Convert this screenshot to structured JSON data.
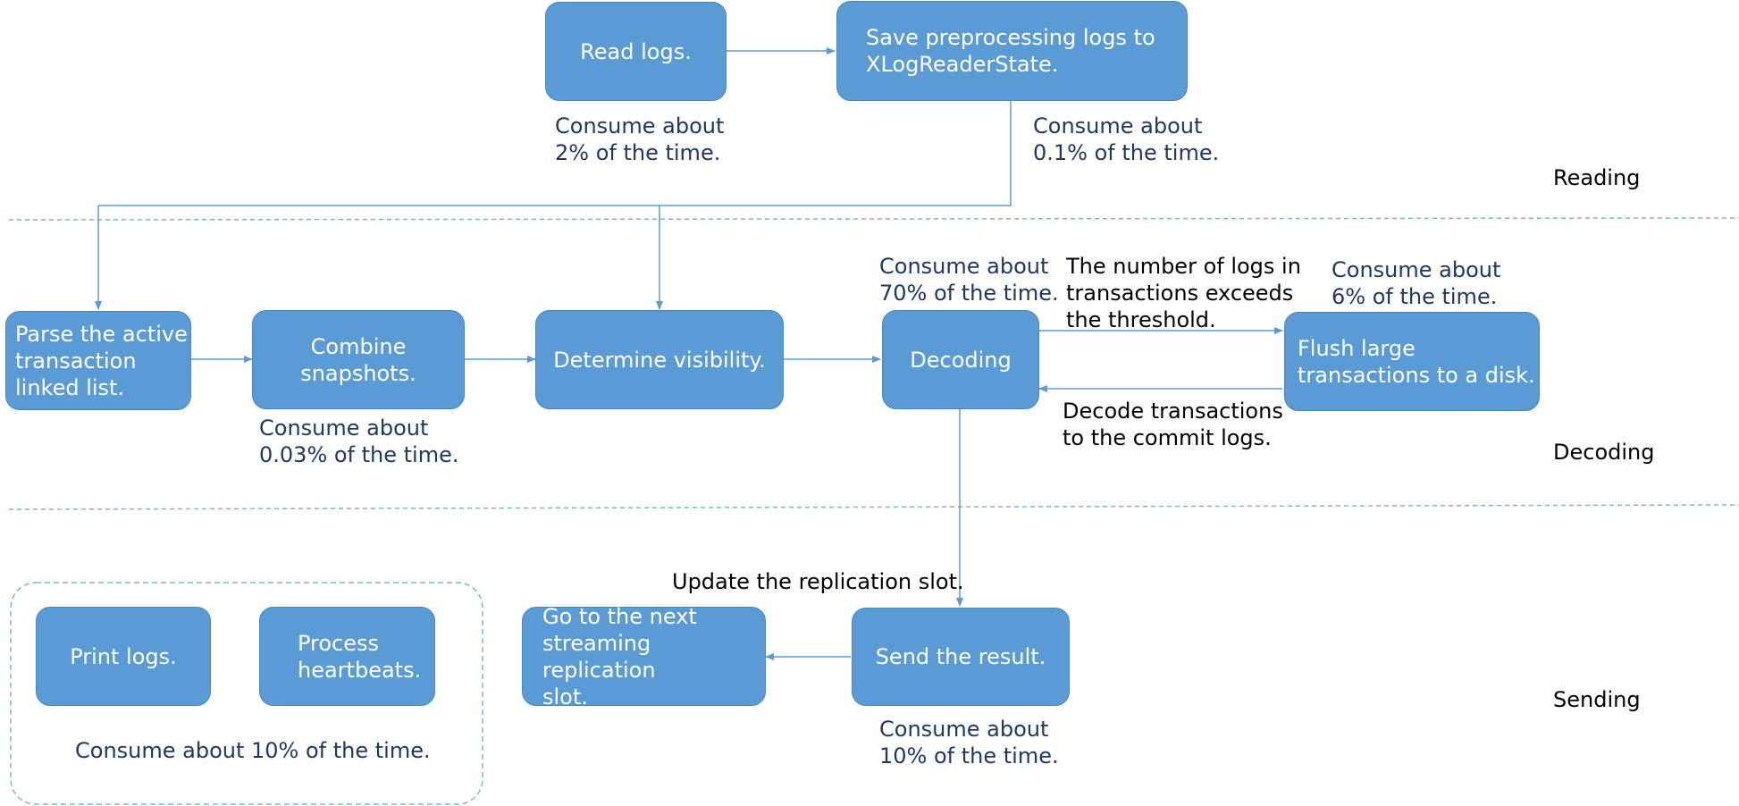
{
  "boxes": {
    "read_logs": "Read logs.",
    "save_logs": "Save preprocessing logs to\nXLogReaderState.",
    "parse_list": "Parse the active\ntransaction\nlinked list.",
    "combine": "Combine snapshots.",
    "visibility": "Determine visibility.",
    "decoding": "Decoding",
    "flush": "Flush large\ntransactions to a disk.",
    "print_logs": "Print logs.",
    "heartbeats": "Process\nheartbeats.",
    "next_slot": "Go to the next\nstreaming replication\nslot.",
    "send_result": "Send the result."
  },
  "notes": {
    "read_time": "Consume about\n2% of the time.",
    "save_time": "Consume about\n0.1% of the time.",
    "combine_time": "Consume about\n0.03% of the time.",
    "decoding_time": "Consume about\n70% of the time.",
    "threshold": "The number of logs in\ntransactions exceeds\nthe threshold.",
    "flush_time": "Consume about\n6% of the time.",
    "decode_commit": "Decode transactions\nto the commit logs.",
    "update_slot": "Update the replication slot.",
    "send_time": "Consume about\n10% of the time.",
    "group_time": "Consume about 10% of the time."
  },
  "stages": {
    "reading": "Reading",
    "decoding": "Decoding",
    "sending": "Sending"
  },
  "colors": {
    "box_fill": "#5b9bd5",
    "box_border": "#4a86bd",
    "arrow": "#5b9bd5",
    "note_text": "#1f3864"
  }
}
